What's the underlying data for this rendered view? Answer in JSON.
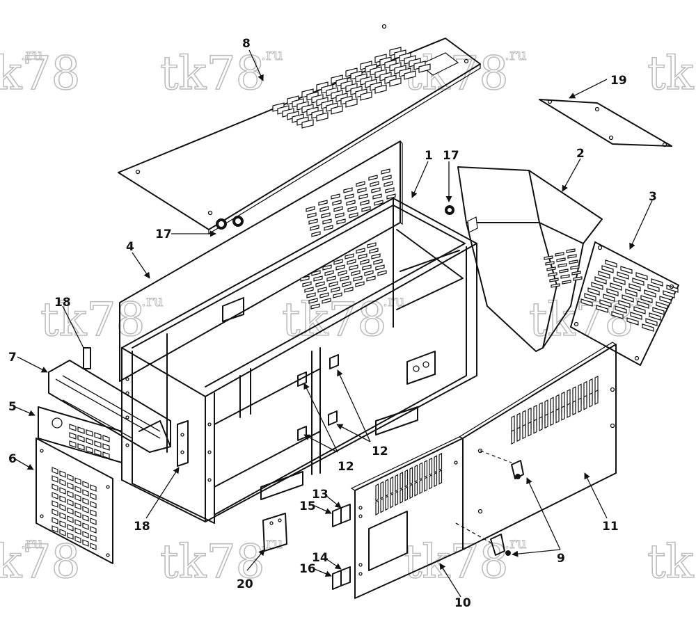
{
  "watermark": {
    "main": "tk78",
    "suffix": ".ru"
  },
  "callouts": {
    "c1": "1",
    "c2": "2",
    "c3": "3",
    "c4": "4",
    "c5": "5",
    "c6": "6",
    "c7": "7",
    "c8": "8",
    "c9": "9",
    "c10": "10",
    "c11": "11",
    "c12a": "12",
    "c12b": "12",
    "c13": "13",
    "c14": "14",
    "c15": "15",
    "c16": "16",
    "c17a": "17",
    "c17b": "17",
    "c18a": "18",
    "c18b": "18",
    "c19": "19",
    "c20": "20"
  }
}
